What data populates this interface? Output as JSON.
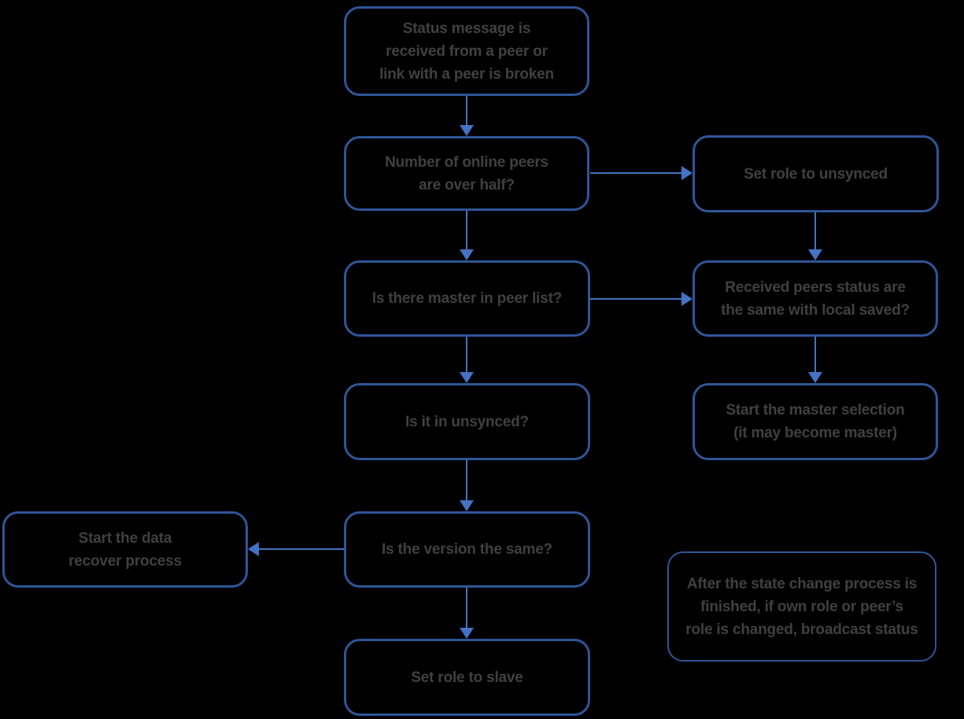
{
  "diagram": {
    "background_color": "#000000",
    "box_border_color": "#2f5597",
    "arrow_color": "#4472c4",
    "text_color": "#404040",
    "nodes": {
      "status_message": {
        "label": "Status message is\nreceived from a peer or\nlink with a peer is broken"
      },
      "online_peers": {
        "label": "Number of online peers\nare over half?"
      },
      "set_role_unsynced": {
        "label": "Set role to unsynced"
      },
      "master_in_peer_list": {
        "label": "Is there master in peer list?"
      },
      "received_peers_status": {
        "label": "Received peers status are\nthe same with local saved?"
      },
      "is_it_in_unsynced": {
        "label": "Is it in unsynced?"
      },
      "master_selection": {
        "label": "Start the master selection\n(it may become master)"
      },
      "data_recover": {
        "label": "Start the data\nrecover process"
      },
      "version_same": {
        "label": "Is the version the same?"
      },
      "set_role_slave": {
        "label": "Set role to slave"
      },
      "broadcast_note": {
        "label": "After the state change process is\nfinished, if own role or peer’s\nrole is changed, broadcast status"
      }
    }
  }
}
